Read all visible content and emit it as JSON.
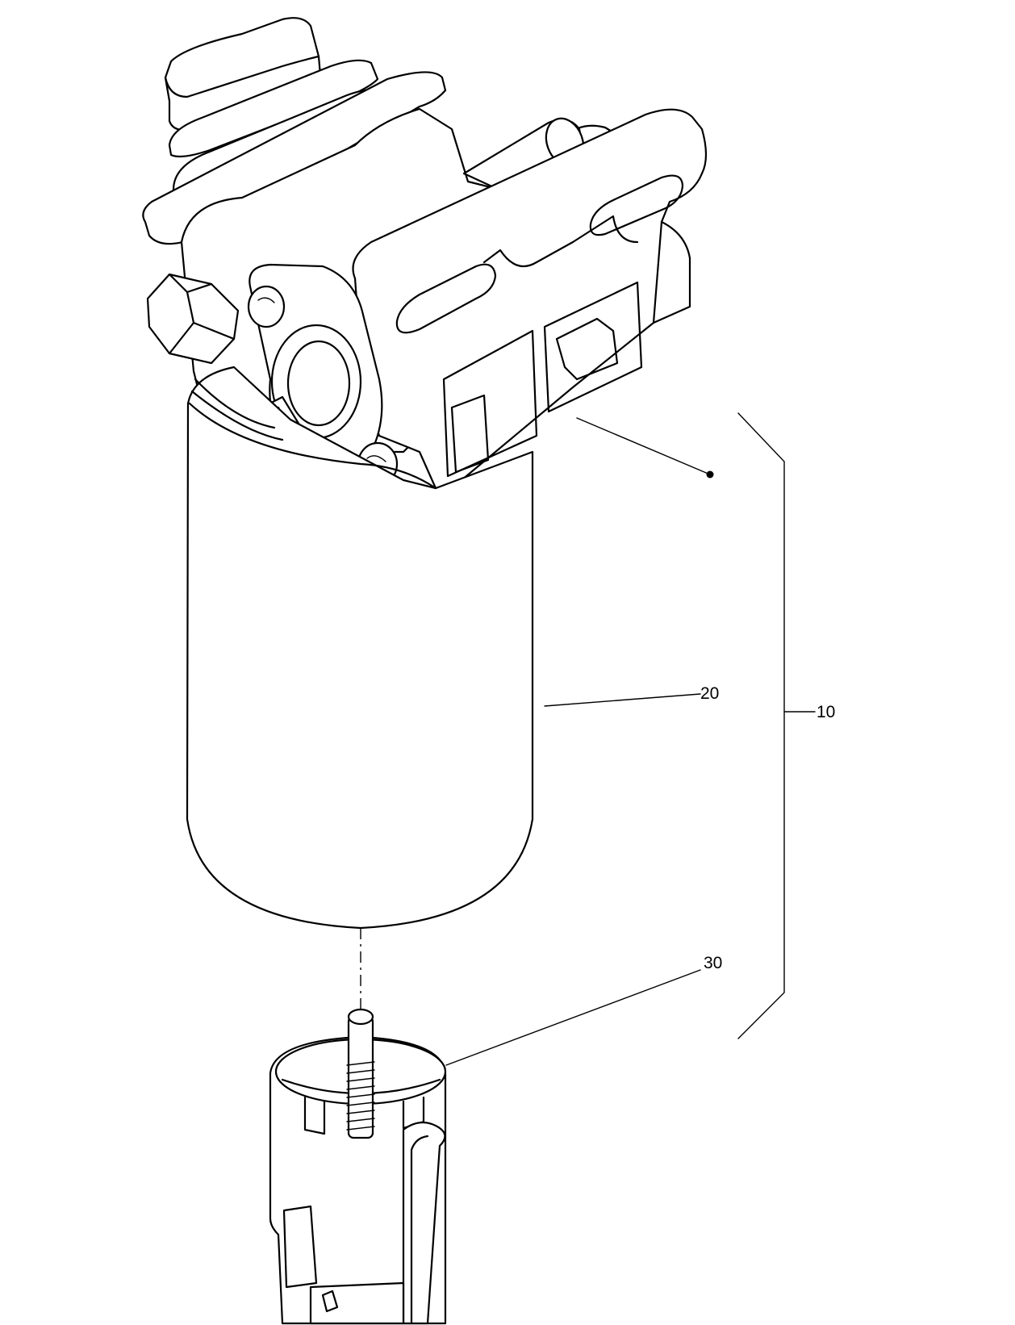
{
  "callouts": {
    "assembly": "10",
    "filter_cartridge": "20",
    "water_separator_bowl": "30"
  }
}
